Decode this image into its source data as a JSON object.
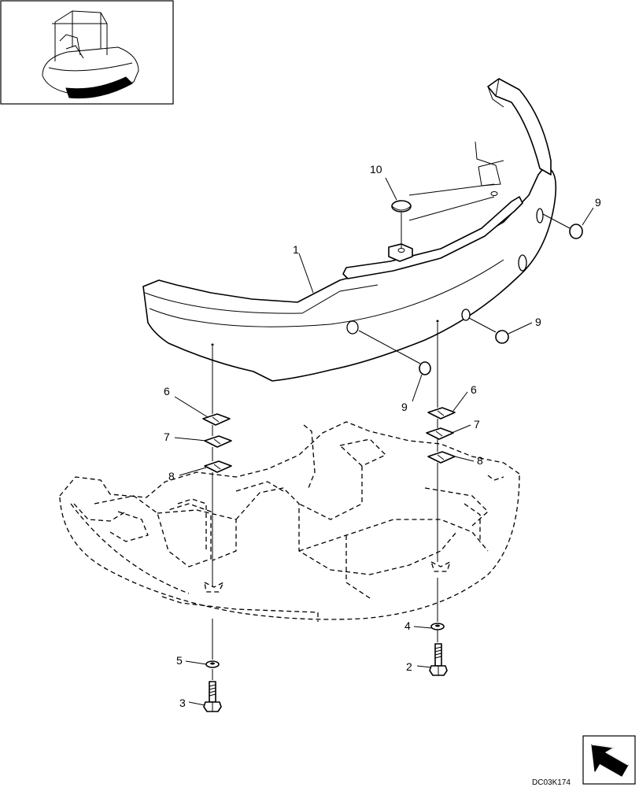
{
  "diagram": {
    "doc_id": "DC03K174",
    "callouts": {
      "p1": "1",
      "p2": "2",
      "p3": "3",
      "p4": "4",
      "p5": "5",
      "p6_left": "6",
      "p6_right": "6",
      "p7_left": "7",
      "p7_right": "7",
      "p8_left": "8",
      "p8_right": "8",
      "p9_right": "9",
      "p9_middle": "9",
      "p9_lower": "9",
      "p10": "10"
    }
  },
  "icons": {
    "inset": "excavator-location-thumbnail",
    "navigation": "view-direction-arrow-icon"
  }
}
